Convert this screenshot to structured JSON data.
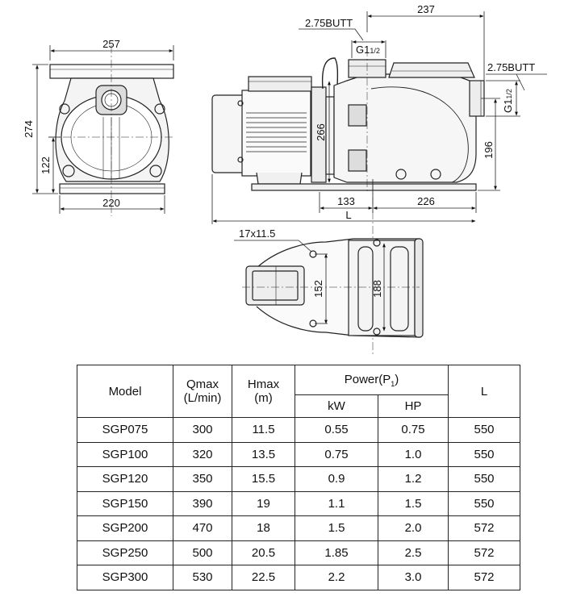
{
  "drawing": {
    "front_view": {
      "dim_top_width": "257",
      "dim_bottom_width": "220",
      "dim_total_height": "274",
      "dim_center_height": "122"
    },
    "side_view": {
      "dim_top_length": "237",
      "butt_top_label": "2.75BUTT",
      "thread_top_label": "G1",
      "thread_top_fraction": "1/2",
      "butt_right_label": "2.75BUTT",
      "thread_right_label": "G1",
      "thread_right_fraction": "1/2",
      "dim_motor_height": "266",
      "dim_outlet_height": "196",
      "dim_base_left": "133",
      "dim_base_right": "226",
      "dim_length_label": "L"
    },
    "base_view": {
      "hole_label": "17x11.5",
      "dim_inner": "152",
      "dim_outer": "188"
    }
  },
  "table": {
    "headers": {
      "model": "Model",
      "qmax": "Qmax",
      "qmax_unit": "(L/min)",
      "hmax": "Hmax",
      "hmax_unit": "(m)",
      "power": "Power(P",
      "power_sub": "1",
      "power_close": ")",
      "kw": "kW",
      "hp": "HP",
      "l": "L"
    },
    "rows": [
      {
        "model": "SGP075",
        "qmax": "300",
        "hmax": "11.5",
        "kw": "0.55",
        "hp": "0.75",
        "l": "550"
      },
      {
        "model": "SGP100",
        "qmax": "320",
        "hmax": "13.5",
        "kw": "0.75",
        "hp": "1.0",
        "l": "550"
      },
      {
        "model": "SGP120",
        "qmax": "350",
        "hmax": "15.5",
        "kw": "0.9",
        "hp": "1.2",
        "l": "550"
      },
      {
        "model": "SGP150",
        "qmax": "390",
        "hmax": "19",
        "kw": "1.1",
        "hp": "1.5",
        "l": "550"
      },
      {
        "model": "SGP200",
        "qmax": "470",
        "hmax": "18",
        "kw": "1.5",
        "hp": "2.0",
        "l": "572"
      },
      {
        "model": "SGP250",
        "qmax": "500",
        "hmax": "20.5",
        "kw": "1.85",
        "hp": "2.5",
        "l": "572"
      },
      {
        "model": "SGP300",
        "qmax": "530",
        "hmax": "22.5",
        "kw": "2.2",
        "hp": "3.0",
        "l": "572"
      }
    ]
  }
}
